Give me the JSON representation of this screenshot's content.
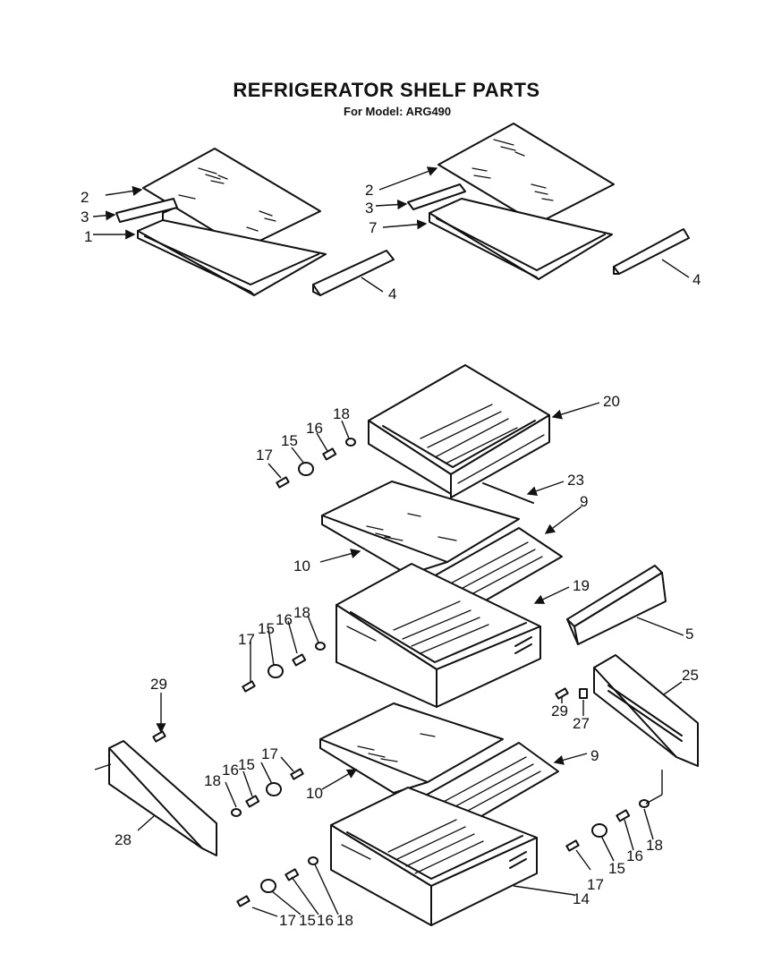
{
  "header": {
    "title": "REFRIGERATOR SHELF PARTS",
    "subtitle": "For Model: ARG490"
  },
  "callouts": {
    "c1": "1",
    "c2a": "2",
    "c3a": "3",
    "c4a": "4",
    "c2b": "2",
    "c3b": "3",
    "c7": "7",
    "c4b": "4",
    "c20": "20",
    "c18a": "18",
    "c16a": "16",
    "c15a": "15",
    "c17a": "17",
    "c23": "23",
    "c9a": "9",
    "c10a": "10",
    "c19": "19",
    "c18b": "18",
    "c16b": "16",
    "c15b": "15",
    "c17b": "17",
    "c5": "5",
    "c25": "25",
    "c29a": "29",
    "c27": "27",
    "c29b": "29",
    "c17c": "17",
    "c15c": "15",
    "c16c": "16",
    "c18c": "18",
    "c28": "28",
    "c10b": "10",
    "c9b": "9",
    "c18d": "18",
    "c16d": "16",
    "c15d": "15",
    "c17d": "17",
    "c14": "14",
    "c17e": "17",
    "c15e": "15",
    "c16e": "16",
    "c18e": "18"
  }
}
